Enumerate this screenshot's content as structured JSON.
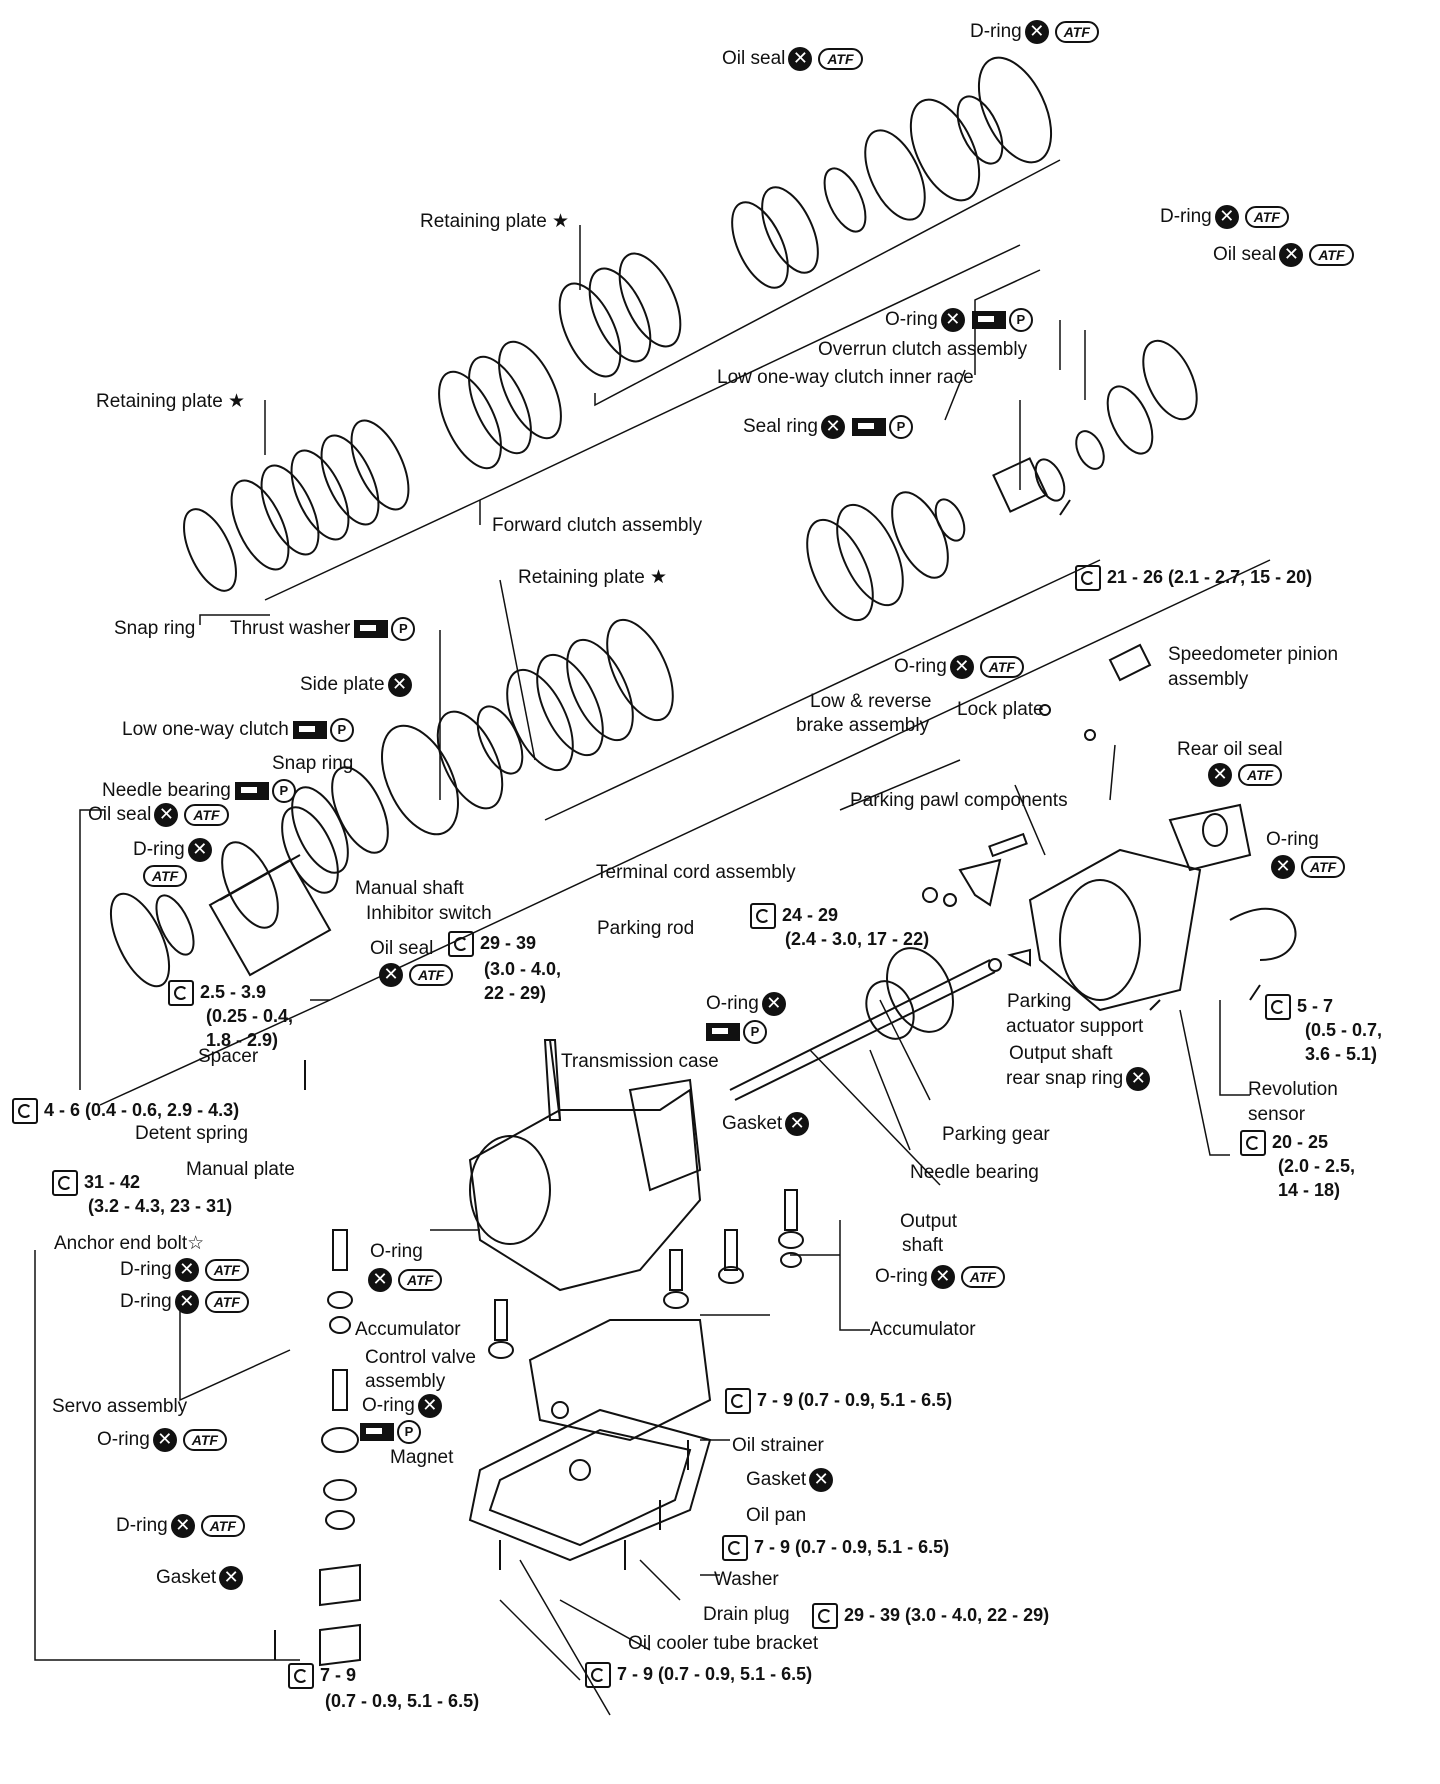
{
  "labels": {
    "oil_seal_top": "Oil seal",
    "d_ring_top": "D-ring",
    "retaining_plate_1": "Retaining plate ★",
    "d_ring_right": "D-ring",
    "oil_seal_right": "Oil seal",
    "o_ring_overrun": "O-ring",
    "overrun_clutch": "Overrun clutch assembly",
    "low_oneway_inner": "Low one-way clutch inner race",
    "retaining_plate_2": "Retaining plate ★",
    "seal_ring": "Seal ring",
    "forward_clutch": "Forward clutch assembly",
    "retaining_plate_3": "Retaining plate ★",
    "snap_ring_1": "Snap ring",
    "thrust_washer": "Thrust washer",
    "side_plate": "Side plate",
    "o_ring_speedo": "O-ring",
    "speedometer_pinion": "Speedometer pinion",
    "speedometer_pinion_2": "assembly",
    "low_oneway_clutch": "Low one-way clutch",
    "low_reverse_1": "Low & reverse",
    "low_reverse_2": "brake assembly",
    "lock_plate": "Lock plate",
    "snap_ring_2": "Snap ring",
    "rear_oil_seal": "Rear oil seal",
    "needle_bearing_1": "Needle bearing",
    "oil_seal_left": "Oil seal",
    "parking_pawl": "Parking pawl components",
    "d_ring_left": "D-ring",
    "terminal_cord": "Terminal cord assembly",
    "o_ring_rev": "O-ring",
    "manual_shaft": "Manual shaft",
    "inhibitor_switch": "Inhibitor switch",
    "oil_seal_manual": "Oil seal",
    "parking_rod": "Parking rod",
    "o_ring_mid": "O-ring",
    "spacer": "Spacer",
    "parking_actuator_1": "Parking",
    "parking_actuator_2": "actuator support",
    "output_snap_1": "Output shaft",
    "output_snap_2": "rear snap ring",
    "transmission_case": "Transmission case",
    "revolution_sensor_1": "Revolution",
    "revolution_sensor_2": "sensor",
    "detent_spring": "Detent spring",
    "gasket_case": "Gasket",
    "parking_gear": "Parking gear",
    "manual_plate": "Manual plate",
    "needle_bearing_2": "Needle bearing",
    "output_shaft_1": "Output",
    "output_shaft_2": "shaft",
    "anchor_bolt": "Anchor end bolt☆",
    "o_ring_acc_left": "O-ring",
    "d_ring_servo_1": "D-ring",
    "d_ring_servo_2": "D-ring",
    "o_ring_acc_right": "O-ring",
    "accumulator_left": "Accumulator",
    "accumulator_right": "Accumulator",
    "control_valve_1": "Control valve",
    "control_valve_2": "assembly",
    "servo_assembly": "Servo assembly",
    "o_ring_cv": "O-ring",
    "o_ring_servo": "O-ring",
    "magnet": "Magnet",
    "oil_strainer": "Oil strainer",
    "gasket_pan": "Gasket",
    "oil_pan": "Oil pan",
    "d_ring_servo_3": "D-ring",
    "gasket_servo": "Gasket",
    "washer": "Washer",
    "drain_plug": "Drain plug",
    "oil_cooler_bracket": "Oil cooler tube bracket"
  },
  "torques": {
    "t_21_26": "21 - 26 (2.1 - 2.7, 15 - 20)",
    "t_24_29_a": "24 - 29",
    "t_24_29_b": "(2.4 - 3.0, 17 - 22)",
    "t_29_39_a": "29 - 39",
    "t_29_39_b": "(3.0 - 4.0,",
    "t_29_39_c": "22 - 29)",
    "t_2_5_a": "2.5 - 3.9",
    "t_2_5_b": "(0.25 - 0.4,",
    "t_2_5_c": "1.8 - 2.9)",
    "t_5_7_a": "5 - 7",
    "t_5_7_b": "(0.5 - 0.7,",
    "t_5_7_c": "3.6 - 5.1)",
    "t_4_6": "4 - 6 (0.4 - 0.6, 2.9 - 4.3)",
    "t_20_25_a": "20 - 25",
    "t_20_25_b": "(2.0 - 2.5,",
    "t_20_25_c": "14 - 18)",
    "t_31_42_a": "31 - 42",
    "t_31_42_b": "(3.2 - 4.3, 23 - 31)",
    "t_7_9_cv": "7 - 9 (0.7 - 0.9, 5.1 - 6.5)",
    "t_7_9_pan": "7 - 9 (0.7 - 0.9, 5.1 - 6.5)",
    "t_drain": "29 - 39 (3.0 - 4.0, 22 - 29)",
    "t_7_9_bracket": "7 - 9 (0.7 - 0.9, 5.1 - 6.5)",
    "t_7_9_servo_a": "7 - 9",
    "t_7_9_servo_b": "(0.7 - 0.9, 5.1 - 6.5)"
  },
  "symbols": {
    "atf": "ATF",
    "p": "P",
    "x": "✕"
  },
  "icons": [
    "replace-x-icon",
    "atf-badge-icon",
    "petroleum-jelly-icon",
    "grease-icon",
    "torque-wrench-icon"
  ]
}
